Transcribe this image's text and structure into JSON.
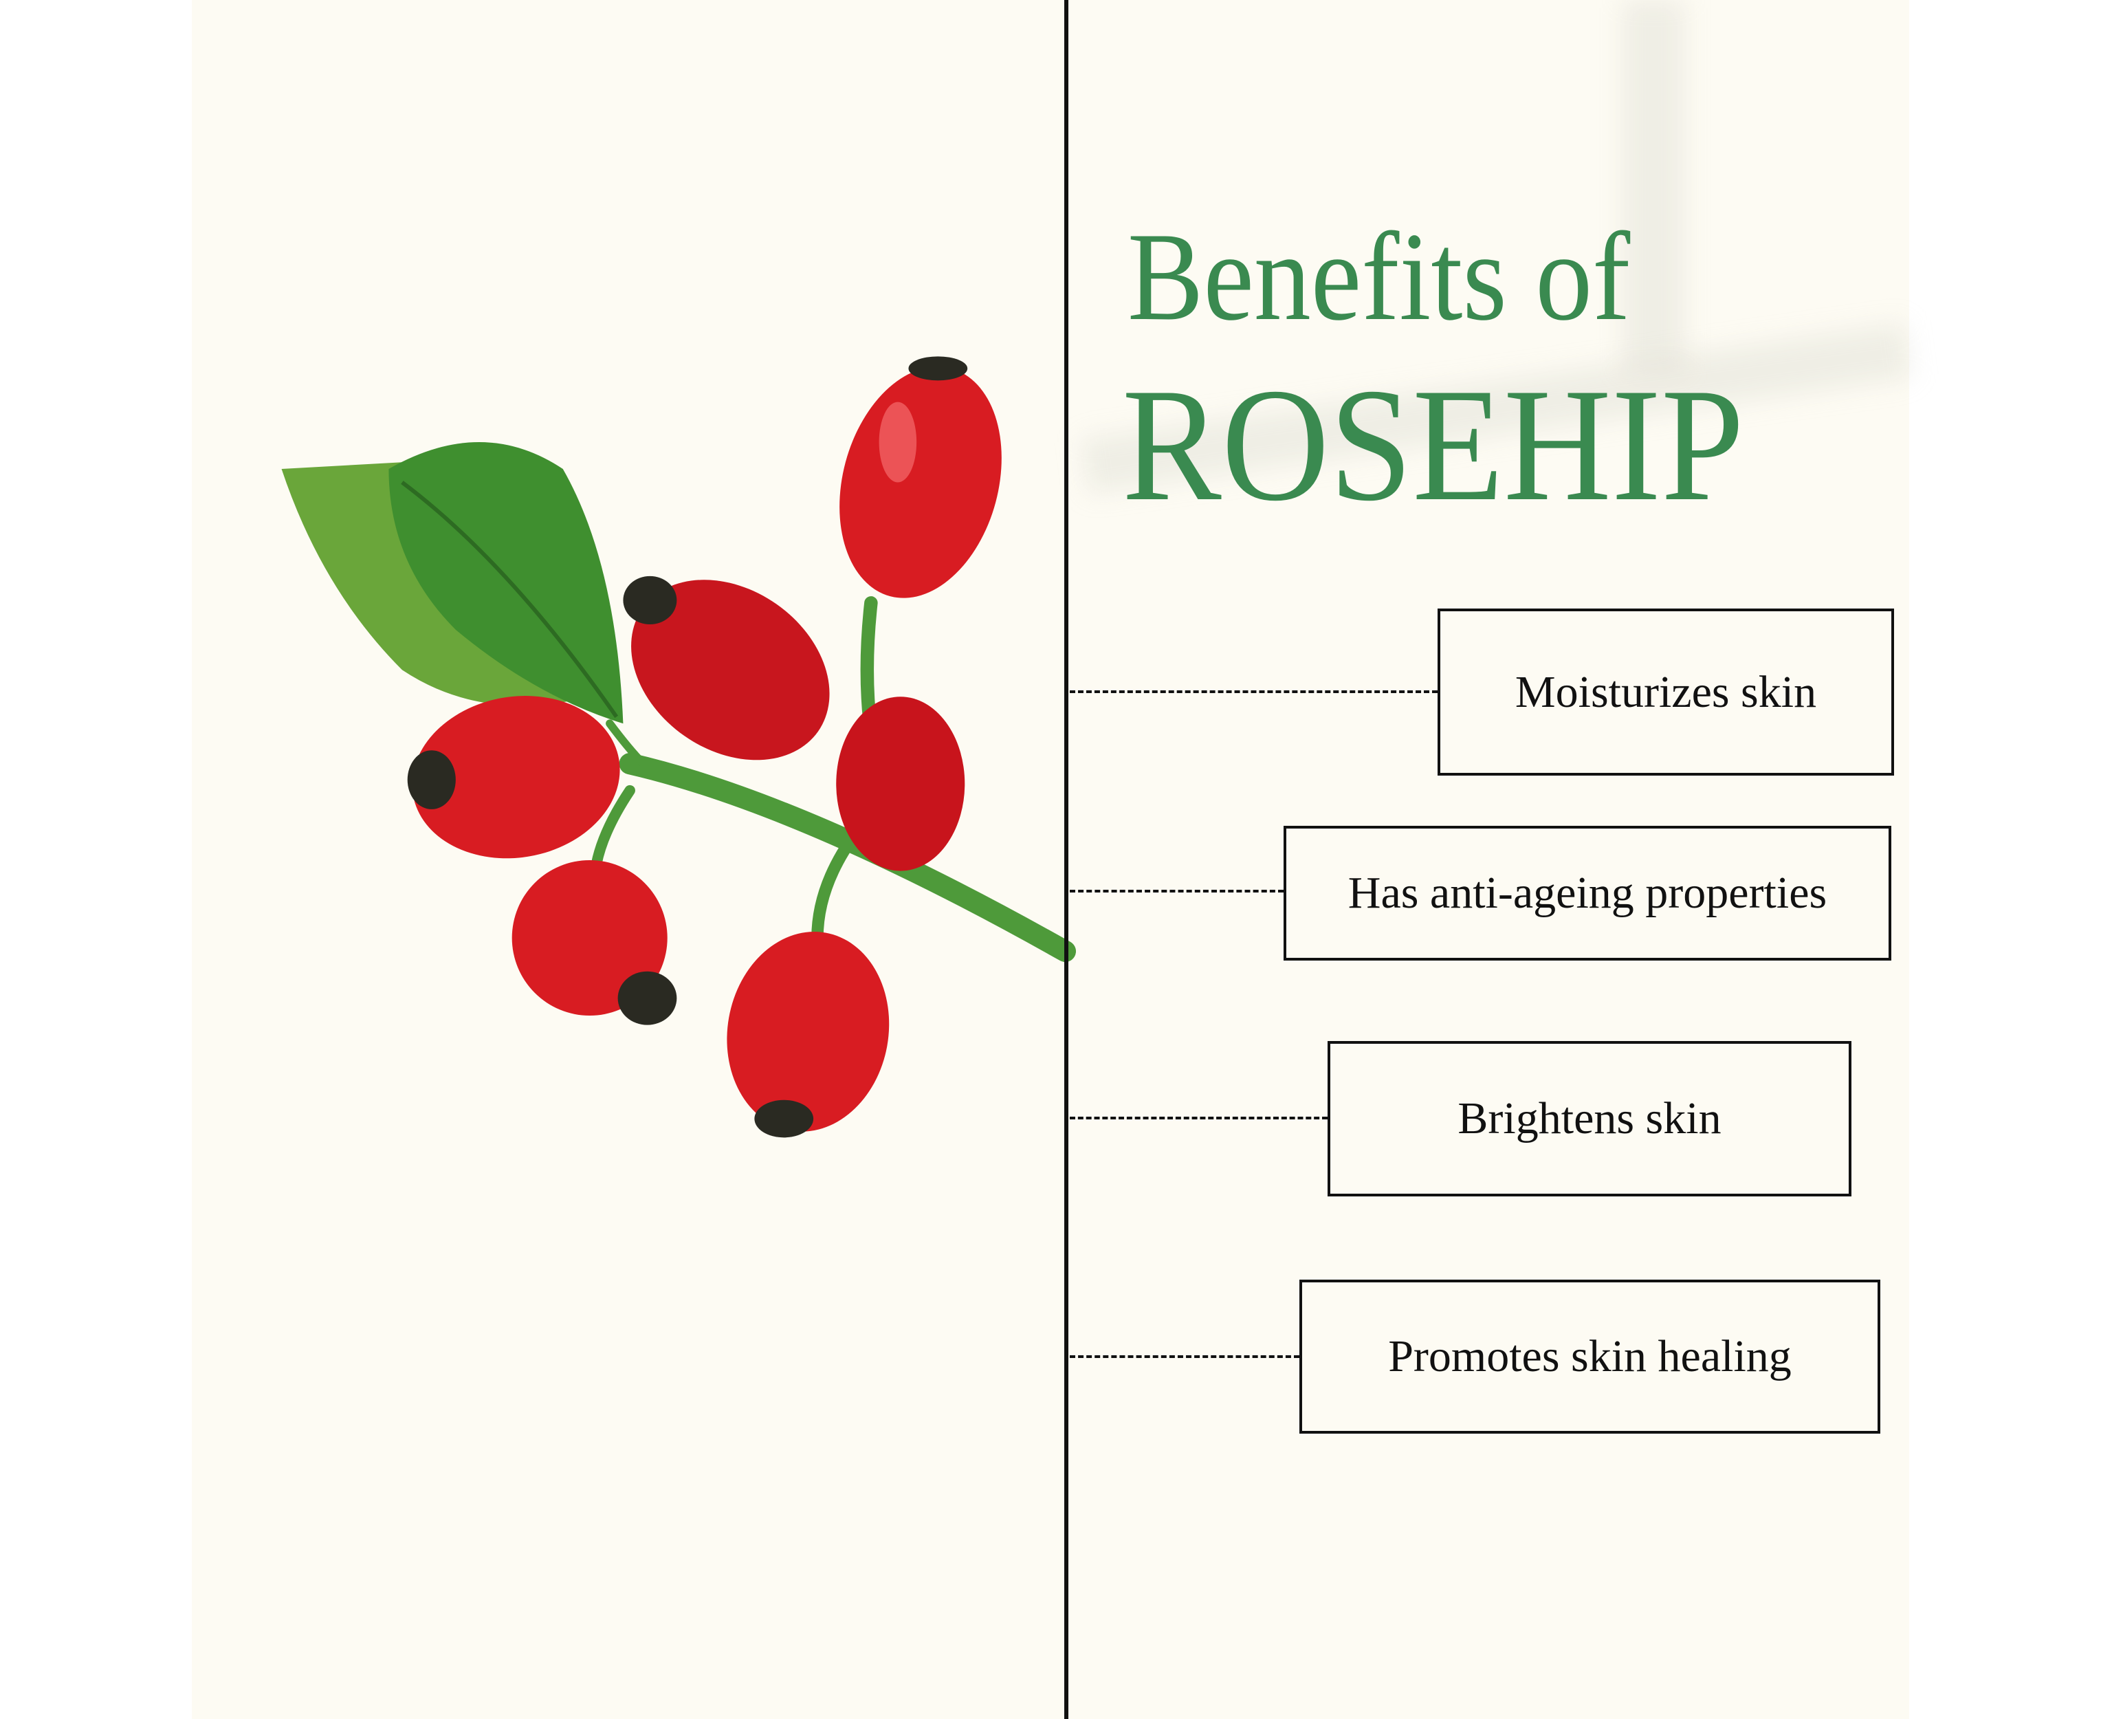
{
  "title": {
    "line1": "Benefits of",
    "line2": "ROSEHIP"
  },
  "benefits": [
    {
      "label": "Moisturizes skin"
    },
    {
      "label": "Has anti-ageing properties"
    },
    {
      "label": "Brightens skin"
    },
    {
      "label": "Promotes skin healing"
    }
  ],
  "colors": {
    "accent": "#3a8a50",
    "background": "#fdfbf3",
    "berry": "#d81c22",
    "leaf": "#3f8f2f"
  }
}
